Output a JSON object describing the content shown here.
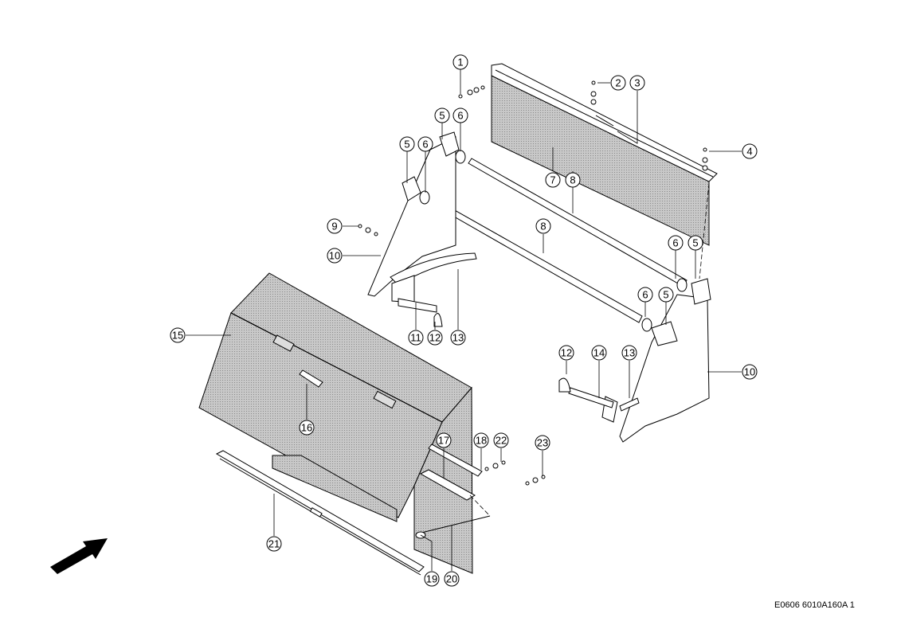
{
  "drawing_id": "E0606 6010A160A 1",
  "callouts": [
    "1",
    "2",
    "3",
    "4",
    "5",
    "5",
    "5",
    "5",
    "6",
    "6",
    "6",
    "6",
    "7",
    "8",
    "8",
    "9",
    "10",
    "10",
    "11",
    "12",
    "12",
    "13",
    "13",
    "14",
    "15",
    "16",
    "17",
    "18",
    "19",
    "20",
    "21",
    "22",
    "23"
  ]
}
